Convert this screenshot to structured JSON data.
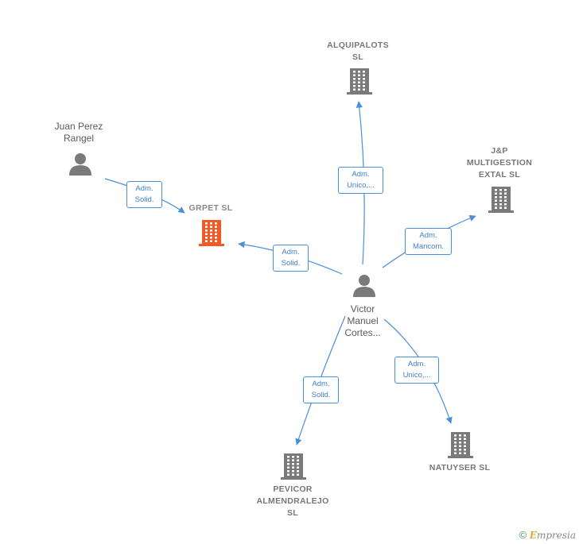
{
  "nodes": {
    "alquipalots": {
      "label_lines": [
        "ALQUIPALOTS",
        "SL"
      ]
    },
    "jp_multigestion": {
      "label_lines": [
        "J&P",
        "MULTIGESTION",
        "EXTAL SL"
      ]
    },
    "juan_perez": {
      "label_lines": [
        "Juan Perez",
        "Rangel"
      ]
    },
    "grpet": {
      "label_lines": [
        "GRPET SL"
      ]
    },
    "victor": {
      "label_lines": [
        "Victor",
        "Manuel",
        "Cortes..."
      ]
    },
    "pevicor": {
      "label_lines": [
        "PEVICOR",
        "ALMENDRALEJO",
        "SL"
      ]
    },
    "natuyser": {
      "label_lines": [
        "NATUYSER SL"
      ]
    }
  },
  "edges": [
    {
      "from": "juan_perez",
      "to": "grpet",
      "label_lines": [
        "Adm.",
        "Solid."
      ]
    },
    {
      "from": "victor",
      "to": "grpet",
      "label_lines": [
        "Adm.",
        "Solid."
      ]
    },
    {
      "from": "victor",
      "to": "alquipalots",
      "label_lines": [
        "Adm.",
        "Unico,..."
      ]
    },
    {
      "from": "victor",
      "to": "jp_multigestion",
      "label_lines": [
        "Adm.",
        "Mancom."
      ]
    },
    {
      "from": "victor",
      "to": "natuyser",
      "label_lines": [
        "Adm.",
        "Unico,..."
      ]
    },
    {
      "from": "victor",
      "to": "pevicor",
      "label_lines": [
        "Adm.",
        "Solid."
      ]
    }
  ],
  "colors": {
    "edge": "#4a8fd9",
    "company_icon": "#7a7a7a",
    "focus_company_icon": "#f05a28",
    "person_icon": "#7a7a7a"
  },
  "footer": {
    "copyright": "©",
    "brand_initial": "E",
    "brand_rest": "mpresia"
  }
}
